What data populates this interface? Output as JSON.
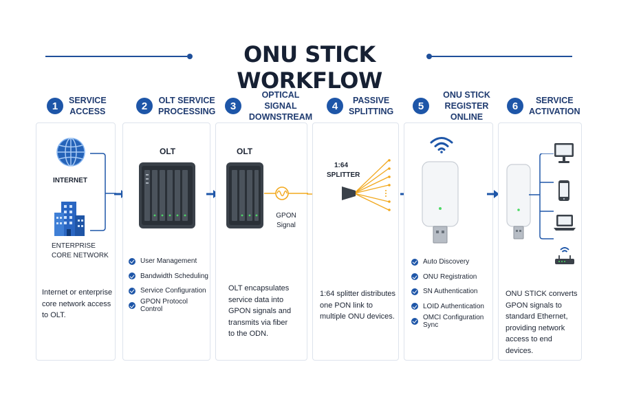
{
  "title": "ONU STICK WORKFLOW",
  "steps": [
    {
      "num": "1",
      "title_line1": "SERVICE",
      "title_line2": "ACCESS"
    },
    {
      "num": "2",
      "title_line1": "OLT SERVICE",
      "title_line2": "PROCESSING"
    },
    {
      "num": "3",
      "title_line1": "OPTICAL SIGNAL",
      "title_line2": "DOWNSTREAM"
    },
    {
      "num": "4",
      "title_line1": "PASSIVE",
      "title_line2": "SPLITTING"
    },
    {
      "num": "5",
      "title_line1": "ONU STICK",
      "title_line2": "REGISTER ONLINE"
    },
    {
      "num": "6",
      "title_line1": "SERVICE",
      "title_line2": "ACTIVATION"
    }
  ],
  "card1": {
    "internet_label": "INTERNET",
    "enterprise_line1": "ENTERPRISE",
    "enterprise_line2": "CORE NETWORK",
    "desc": [
      "Internet or enterprise",
      "core network access",
      "to OLT."
    ]
  },
  "card2": {
    "label": "OLT",
    "features": [
      "User Management",
      "Bandwidth Scheduling",
      "Service Configuration",
      "GPON Protocol Control"
    ]
  },
  "card3": {
    "label": "OLT",
    "signal_line1": "GPON",
    "signal_line2": "Signal",
    "desc": [
      "OLT encapsulates",
      "service data into",
      "GPON signals and",
      "transmits via fiber",
      "to the ODN."
    ]
  },
  "card4": {
    "ratio": "1:64",
    "splitter": "SPLITTER",
    "desc": [
      "1:64 splitter distributes",
      "one PON link to",
      "multiple ONU devices."
    ]
  },
  "card5": {
    "features": [
      "Auto Discovery",
      "ONU Registration",
      "SN Authentication",
      "LOID Authentication",
      "OMCI Configuration Sync"
    ]
  },
  "card6": {
    "desc": [
      "ONU STICK converts",
      "GPON signals to",
      "standard Ethernet,",
      "providing network",
      "access to end devices."
    ]
  },
  "colors": {
    "accent": "#1e56a8",
    "fiber": "#f2a81d",
    "device": "#3a4149"
  }
}
